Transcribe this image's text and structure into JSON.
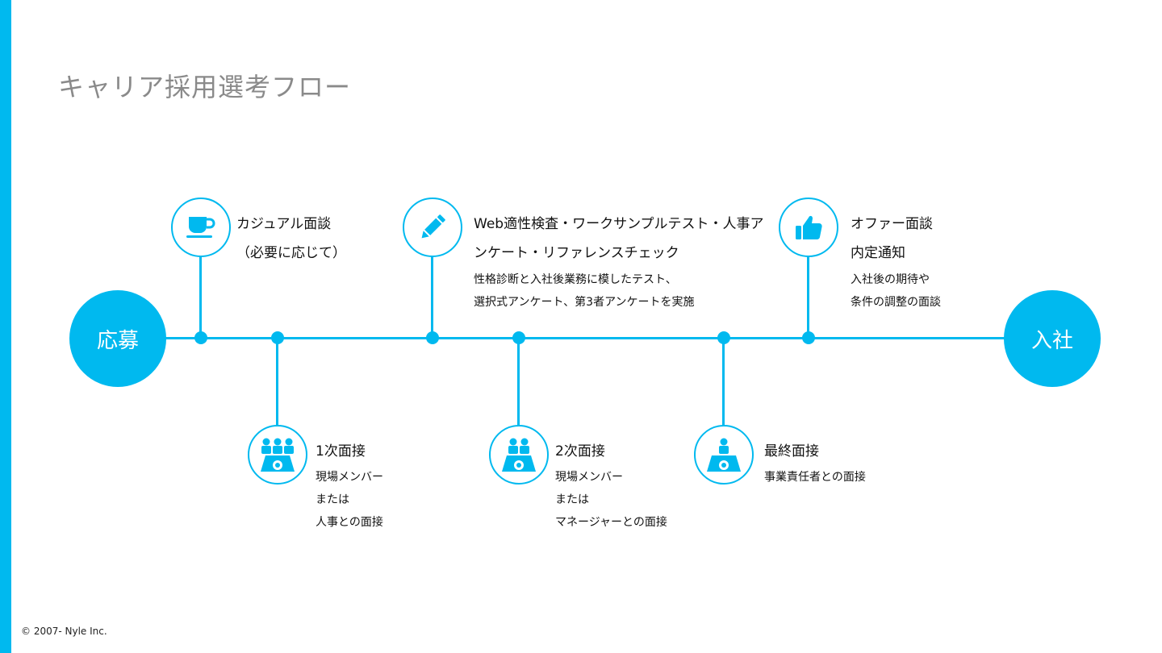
{
  "page": {
    "title": "キャリア採用選考フロー",
    "copyright": "© 2007- Nyle Inc."
  },
  "colors": {
    "accent": "#00B9EF",
    "title_gray": "#8a8a8a",
    "text": "#111111"
  },
  "flow": {
    "start": "応募",
    "end": "入社",
    "steps": [
      {
        "icon": "coffee-cup-icon",
        "title": [
          "カジュアル面談",
          "（必要に応じて）"
        ],
        "desc": []
      },
      {
        "icon": "group-interview-icon",
        "title": [
          "1次面接"
        ],
        "desc": [
          "現場メンバー",
          "または",
          "人事との面接"
        ]
      },
      {
        "icon": "pencil-icon",
        "title": [
          "Web適性検査・ワークサンプルテスト・人事ア",
          "ンケート・リファレンスチェック"
        ],
        "desc": [
          "性格診断と入社後業務に模したテスト、",
          "選択式アンケート、第3者アンケートを実施"
        ]
      },
      {
        "icon": "pair-interview-icon",
        "title": [
          "2次面接"
        ],
        "desc": [
          "現場メンバー",
          "または",
          "マネージャーとの面接"
        ]
      },
      {
        "icon": "single-interview-icon",
        "title": [
          "最終面接"
        ],
        "desc": [
          "事業責任者との面接"
        ]
      },
      {
        "icon": "thumbs-up-icon",
        "title": [
          "オファー面談",
          "内定通知"
        ],
        "desc": [
          "入社後の期待や",
          "条件の調整の面談"
        ]
      }
    ]
  }
}
